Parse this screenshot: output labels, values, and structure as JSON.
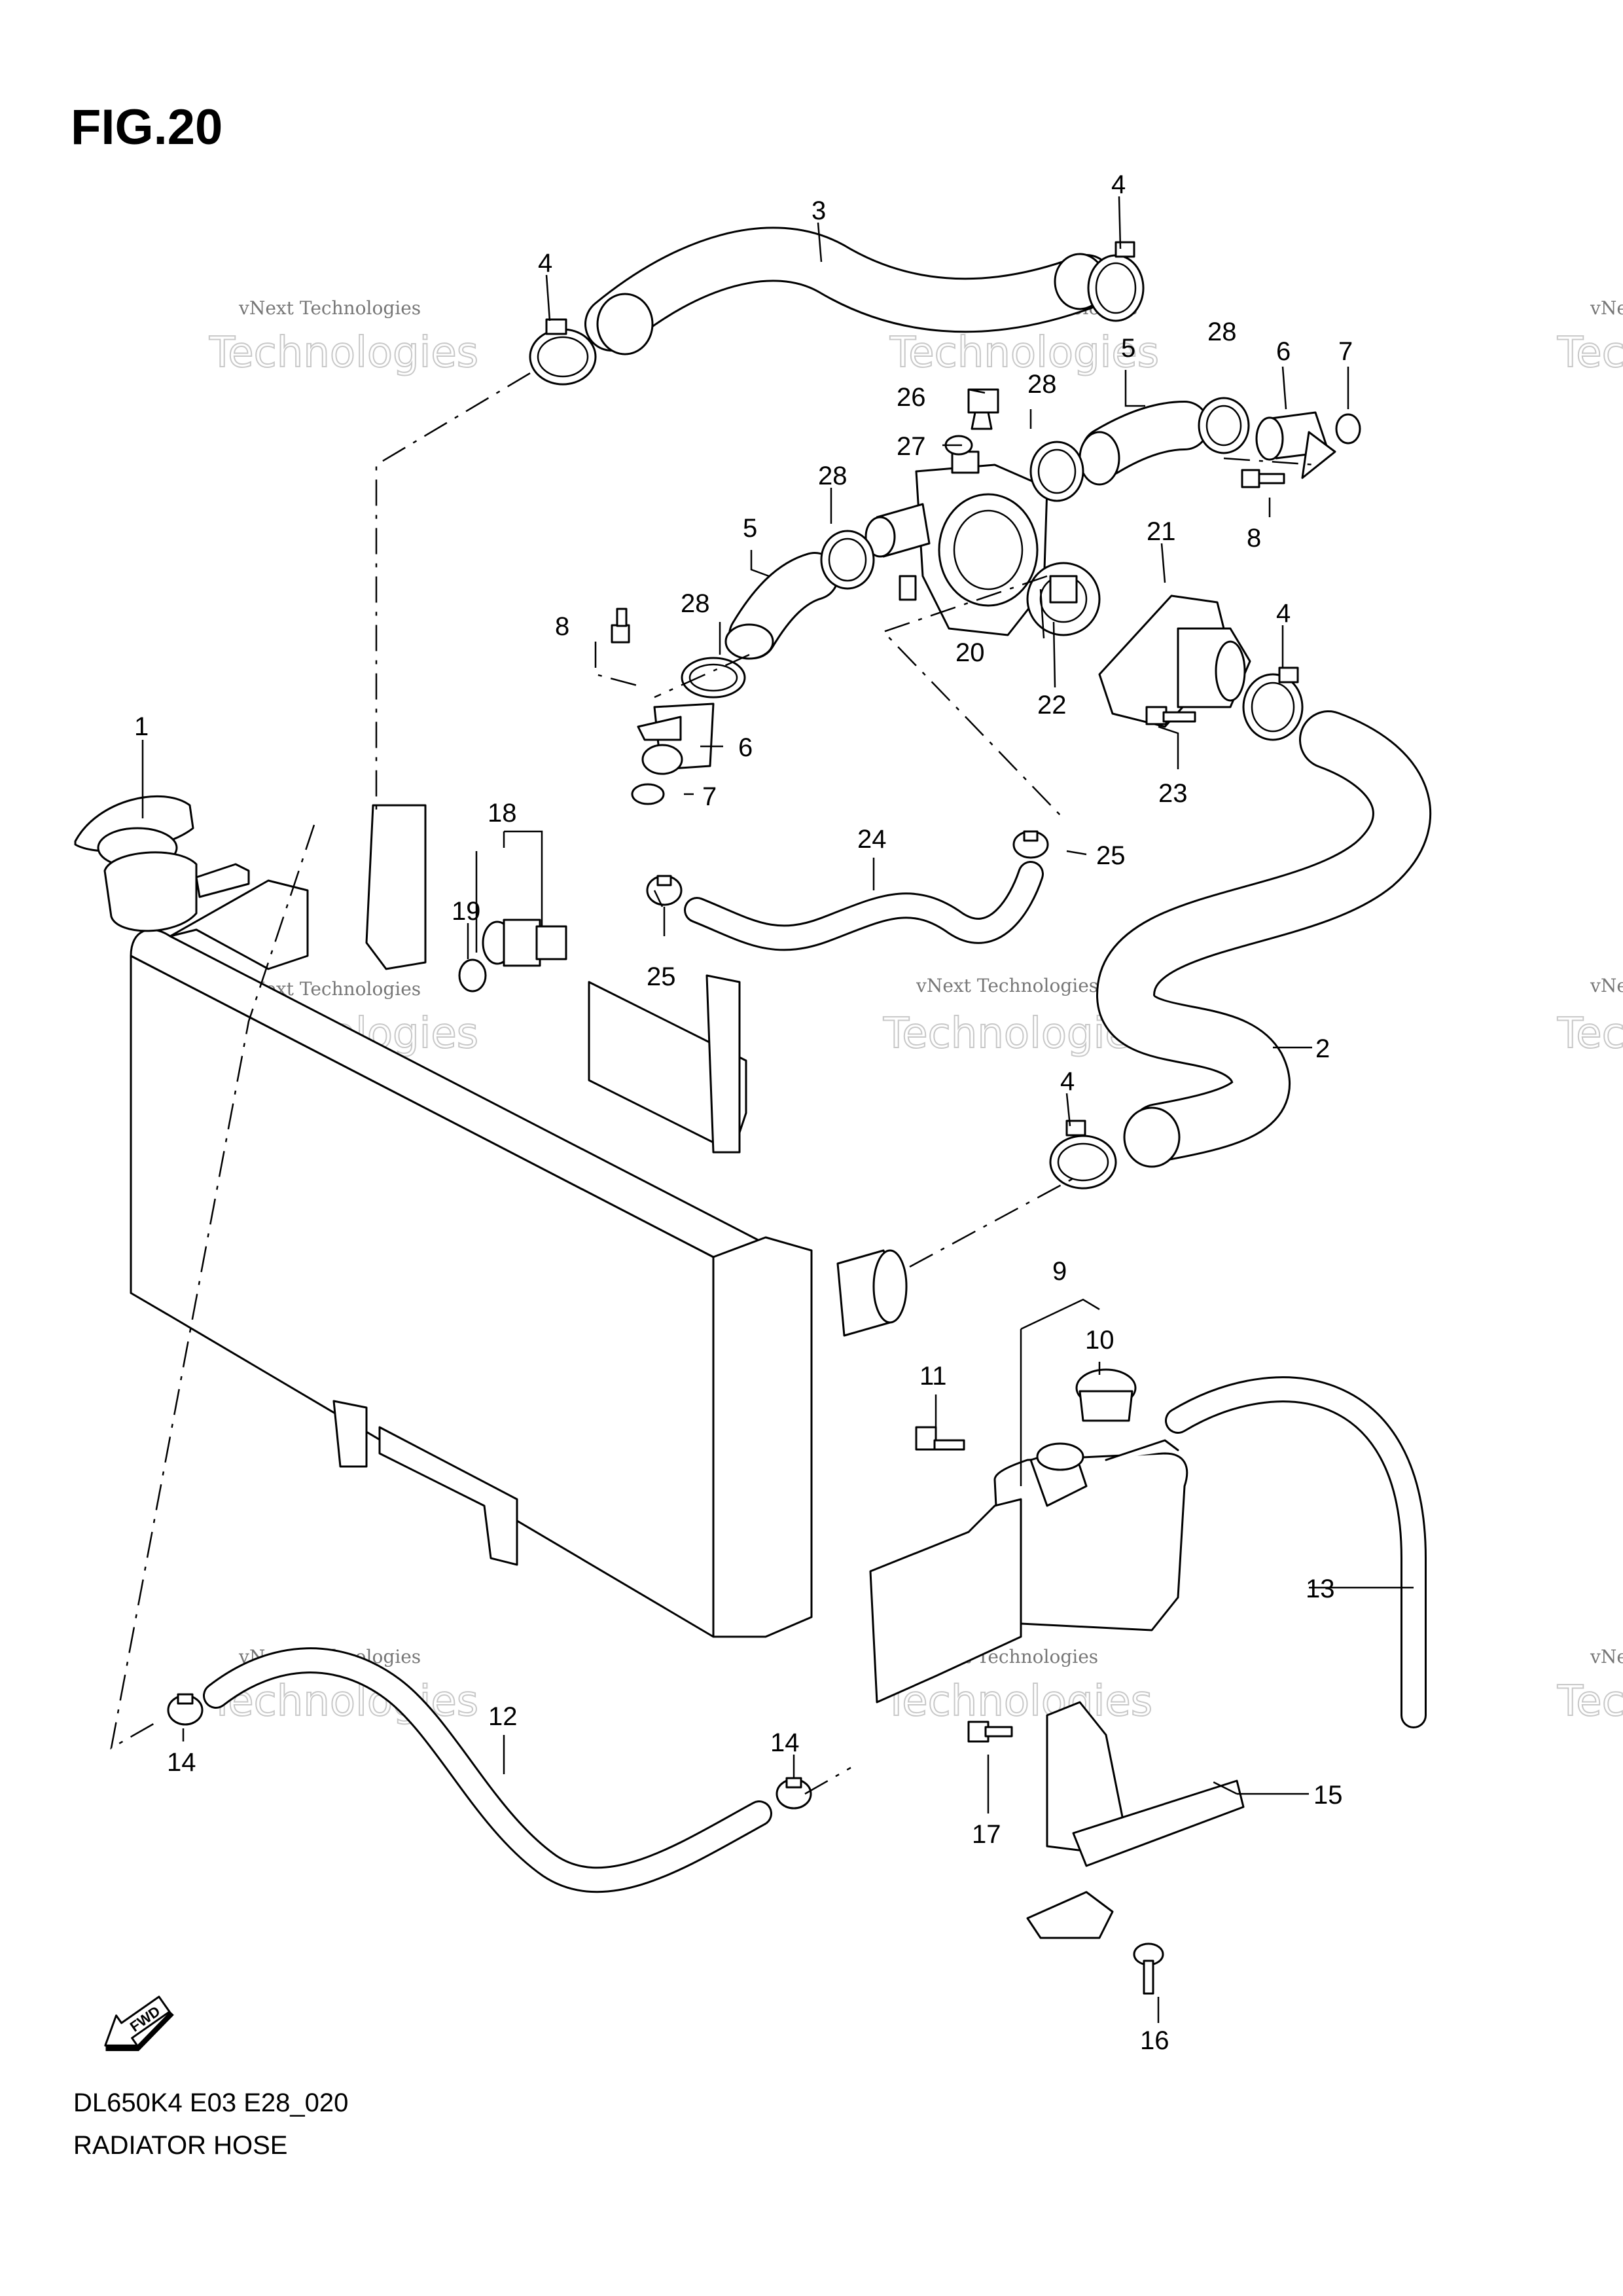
{
  "figure": {
    "title": "FIG.20",
    "code": "DL650K4 E03 E28_020",
    "name": "RADIATOR HOSE",
    "fwd": "FWD"
  },
  "watermark": {
    "small": "vNext Technologies",
    "big": "Technologies",
    "top": "vNext"
  },
  "callouts": {
    "c1": "1",
    "c2": "2",
    "c3": "3",
    "c4a": "4",
    "c4b": "4",
    "c4c": "4",
    "c4d": "4",
    "c5a": "5",
    "c5b": "5",
    "c6a": "6",
    "c6b": "6",
    "c7a": "7",
    "c7b": "7",
    "c8a": "8",
    "c8b": "8",
    "c9": "9",
    "c10": "10",
    "c11": "11",
    "c12": "12",
    "c13": "13",
    "c14a": "14",
    "c14b": "14",
    "c15": "15",
    "c16": "16",
    "c17": "17",
    "c18": "18",
    "c19": "19",
    "c20": "20",
    "c21": "21",
    "c22": "22",
    "c23": "23",
    "c24": "24",
    "c25a": "25",
    "c25b": "25",
    "c26": "26",
    "c27": "27",
    "c28a": "28",
    "c28b": "28",
    "c28c": "28",
    "c28d": "28"
  }
}
